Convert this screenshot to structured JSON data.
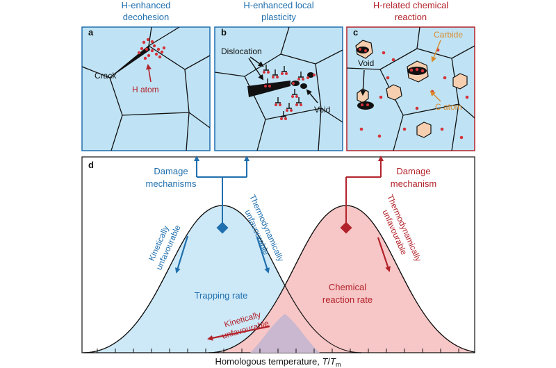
{
  "colors": {
    "blue": "#1f6fae",
    "red": "#b2222a",
    "panel_fill": "#bfe3f4",
    "curve_blue_fill": "#cde8f7",
    "curve_red_fill": "#f7c6c6",
    "overlap_fill": "#c9b8cf",
    "orange": "#d98a2c",
    "carbide_fill": "#f6cfb0",
    "atom_red": "#d4333a"
  },
  "panels": {
    "a": {
      "label": "a",
      "title_line1": "H-enhanced",
      "title_line2": "decohesion",
      "crack": "Crack",
      "h_atom": "H atom"
    },
    "b": {
      "label": "b",
      "title_line1": "H-enhanced local",
      "title_line2": "plasticity",
      "dislocation": "Dislocation",
      "void": "Void"
    },
    "c": {
      "label": "c",
      "title_line1": "H-related chemical",
      "title_line2": "reaction",
      "carbide": "Carbide",
      "void": "Void",
      "c_atom": "C atom"
    }
  },
  "panel_d": {
    "label": "d",
    "left_mech_line1": "Damage",
    "left_mech_line2": "mechanisms",
    "right_mech_line1": "Damage",
    "right_mech_line2": "mechanism",
    "kin_unfav_line1": "Kinetically",
    "kin_unfav_line2": "unfavourable",
    "thermo_unfav_line1": "Thermodynamically",
    "thermo_unfav_line2": "unfavourable",
    "trapping_rate": "Trapping rate",
    "chem_rate_line1": "Chemical",
    "chem_rate_line2": "reaction rate",
    "kin_bottom_line1": "Kinetically",
    "kin_bottom_line2": "unfavourable",
    "xaxis_prefix": "Homologous temperature, ",
    "xaxis_T": "T",
    "xaxis_slash": "/",
    "xaxis_Tm": "T",
    "xaxis_sub": "m"
  }
}
